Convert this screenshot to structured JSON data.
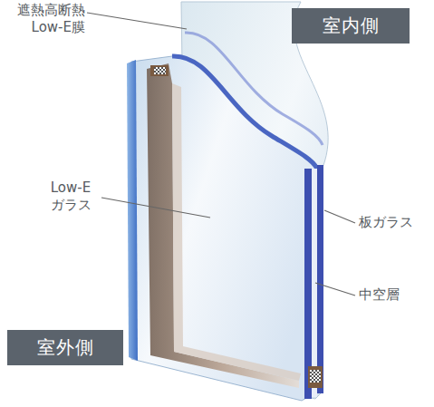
{
  "diagram": {
    "nodes": [
      {
        "text": [
          "室内側"
        ]
      },
      {
        "text": [
          "室外側"
        ]
      }
    ],
    "labels": [
      "遮熱高断熱 Low-E膜",
      "Low-E ガラス",
      "板ガラス",
      "中空層"
    ]
  }
}
